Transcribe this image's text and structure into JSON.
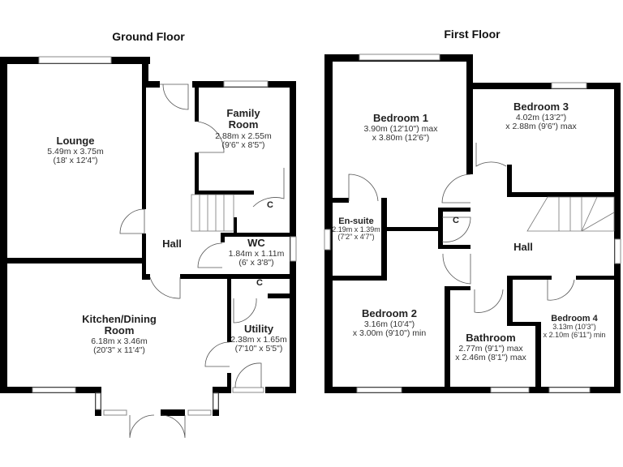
{
  "ground_floor": {
    "title": "Ground Floor",
    "rooms": {
      "lounge": {
        "name": "Lounge",
        "dim1": "5.49m x 3.75m",
        "dim2": "(18' x 12'4\")"
      },
      "family": {
        "name1": "Family",
        "name2": "Room",
        "dim1": "2.88m x 2.55m",
        "dim2": "(9'6\" x 8'5\")"
      },
      "cupboard": {
        "name": "C"
      },
      "hall": {
        "name": "Hall"
      },
      "wc": {
        "name": "WC",
        "dim1": "1.84m x 1.11m",
        "dim2": "(6' x 3'8\")"
      },
      "cupboard2": {
        "name": "C"
      },
      "kitchen": {
        "name1": "Kitchen/Dining",
        "name2": "Room",
        "dim1": "6.18m x 3.46m",
        "dim2": "(20'3\" x 11'4\")"
      },
      "utility": {
        "name": "Utility",
        "dim1": "2.38m x 1.65m",
        "dim2": "(7'10\" x 5'5\")"
      }
    }
  },
  "first_floor": {
    "title": "First Floor",
    "rooms": {
      "bed1": {
        "name": "Bedroom 1",
        "dim1": "3.90m (12'10\") max",
        "dim2": "x 3.80m (12'6\")"
      },
      "bed3": {
        "name": "Bedroom 3",
        "dim1": "4.02m (13'2\")",
        "dim2": "x 2.88m (9'6\") max"
      },
      "ensuite": {
        "name": "En-suite",
        "dim1": "2.19m x 1.39m",
        "dim2": "(7'2\" x 4'7\")"
      },
      "cupboard": {
        "name": "C"
      },
      "hall": {
        "name": "Hall"
      },
      "bed2": {
        "name": "Bedroom 2",
        "dim1": "3.16m (10'4\")",
        "dim2": "x 3.00m (9'10\") min"
      },
      "bathroom": {
        "name": "Bathroom",
        "dim1": "2.77m (9'1\") max",
        "dim2": "x 2.46m (8'1\") max"
      },
      "bed4": {
        "name": "Bedroom 4",
        "dim1": "3.13m (10'3\")",
        "dim2": "x 2.10m (6'11\") min"
      }
    }
  }
}
